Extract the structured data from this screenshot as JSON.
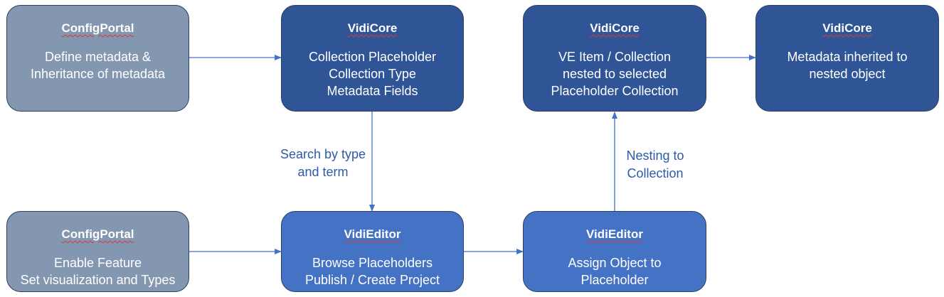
{
  "nodes": {
    "config_portal_top": {
      "title": "ConfigPortal",
      "lines": [
        "Define metadata &",
        "Inheritance of metadata"
      ]
    },
    "vidicore_placeholder": {
      "title": "VidiCore",
      "lines": [
        "Collection Placeholder",
        "Collection Type",
        "Metadata Fields"
      ]
    },
    "vidicore_nested": {
      "title": "VidiCore",
      "lines": [
        "VE Item / Collection",
        "nested to selected",
        "Placeholder Collection"
      ]
    },
    "vidicore_inherited": {
      "title": "VidiCore",
      "lines": [
        "Metadata inherited to",
        "nested object"
      ]
    },
    "config_portal_bottom": {
      "title": "ConfigPortal",
      "lines": [
        "Enable Feature",
        "Set visualization and Types"
      ]
    },
    "vidieditor_browse": {
      "title": "VidiEditor",
      "lines": [
        "Browse Placeholders",
        "Publish / Create Project"
      ]
    },
    "vidieditor_assign": {
      "title": "VidiEditor",
      "lines": [
        "Assign Object to",
        "Placeholder"
      ]
    }
  },
  "edge_labels": {
    "search": [
      "Search by type",
      "and term"
    ],
    "nesting": [
      "Nesting to",
      "Collection"
    ]
  },
  "colors": {
    "config_portal": "#8497b0",
    "vidicore": "#2f5597",
    "vidieditor": "#4472c4",
    "arrow": "#4472c4",
    "edge_label": "#2e5aa8"
  }
}
